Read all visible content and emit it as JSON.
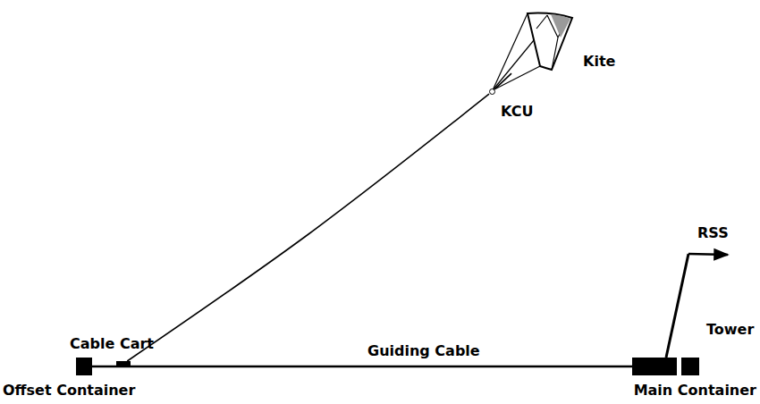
{
  "diagram": {
    "nodes": [
      {
        "text": [
          "Offset Container"
        ]
      },
      {
        "text": [
          "Cable Cart"
        ]
      },
      {
        "text": [
          "KCU"
        ]
      },
      {
        "text": [
          "Kite"
        ]
      },
      {
        "text": [
          "Main Container"
        ]
      }
    ],
    "edges": [
      {
        "from": 0,
        "to": 4,
        "arrow": "none",
        "label": "Guiding Cable"
      },
      {
        "from": 1,
        "to": 2,
        "arrow": "none"
      },
      {
        "from": 2,
        "to": 3,
        "arrow": "none"
      }
    ],
    "labels": [
      "RSS",
      "Tower"
    ]
  }
}
